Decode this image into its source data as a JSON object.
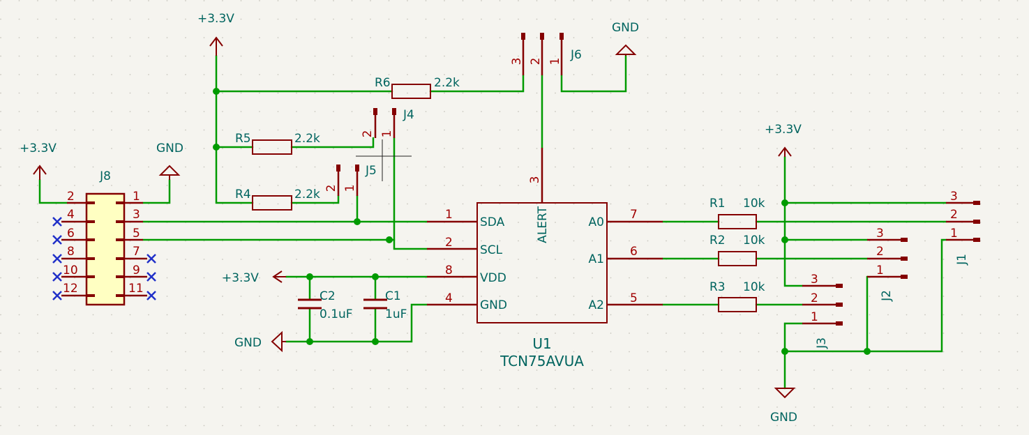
{
  "power_labels": {
    "vcc": "+3.3V",
    "gnd": "GND"
  },
  "components": {
    "U1": {
      "ref": "U1",
      "value": "TCN75AVUA",
      "pins": {
        "SDA": "SDA",
        "SCL": "SCL",
        "VDD": "VDD",
        "GND": "GND",
        "A0": "A0",
        "A1": "A1",
        "A2": "A2",
        "ALERT": "ALERT"
      },
      "pin_numbers": {
        "SDA": "1",
        "SCL": "2",
        "VDD": "8",
        "GND": "4",
        "A0": "7",
        "A1": "6",
        "A2": "5",
        "ALERT": "3"
      }
    },
    "R1": {
      "ref": "R1",
      "value": "10k"
    },
    "R2": {
      "ref": "R2",
      "value": "10k"
    },
    "R3": {
      "ref": "R3",
      "value": "10k"
    },
    "R4": {
      "ref": "R4",
      "value": "2.2k"
    },
    "R5": {
      "ref": "R5",
      "value": "2.2k"
    },
    "R6": {
      "ref": "R6",
      "value": "2.2k"
    },
    "C1": {
      "ref": "C1",
      "value": "1uF"
    },
    "C2": {
      "ref": "C2",
      "value": "0.1uF"
    },
    "J1": {
      "ref": "J1"
    },
    "J2": {
      "ref": "J2"
    },
    "J3": {
      "ref": "J3"
    },
    "J4": {
      "ref": "J4"
    },
    "J5": {
      "ref": "J5"
    },
    "J6": {
      "ref": "J6"
    },
    "J8": {
      "ref": "J8"
    }
  },
  "pin_numbers": {
    "n1": "1",
    "n2": "2",
    "n3": "3",
    "n4": "4",
    "n5": "5",
    "n6": "6",
    "n7": "7",
    "n8": "8",
    "n9": "9",
    "n10": "10",
    "n11": "11",
    "n12": "12"
  },
  "colors": {
    "wire": "#009a00",
    "symbol": "#840000",
    "label": "#00645f",
    "pin_number": "#a00000",
    "no_connect": "#2030c8",
    "connector_fill": "#ffffc2",
    "background": "#f5f4ef"
  }
}
